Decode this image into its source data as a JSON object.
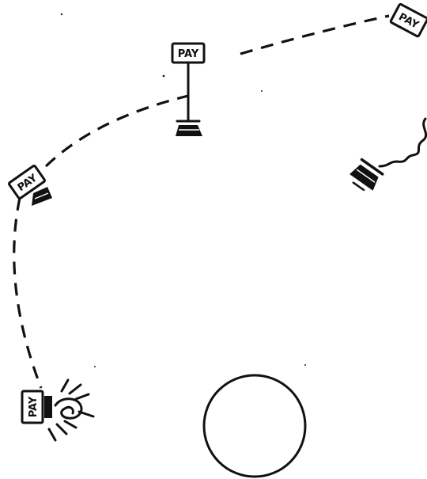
{
  "labels": {
    "sign_top": "PAY",
    "sign_top_right": "PAY",
    "sign_left": "PAY",
    "sign_bottom_left": "PAY"
  },
  "icons": {
    "pay_sign": "pay-sign-icon",
    "telephone_base": "telephone-base-icon",
    "flying_telephone": "flying-telephone-icon",
    "coin_hand": "coin-hand-icon",
    "call_circle": "circle-icon"
  },
  "colors": {
    "ink": "#111111",
    "background": "#ffffff"
  }
}
